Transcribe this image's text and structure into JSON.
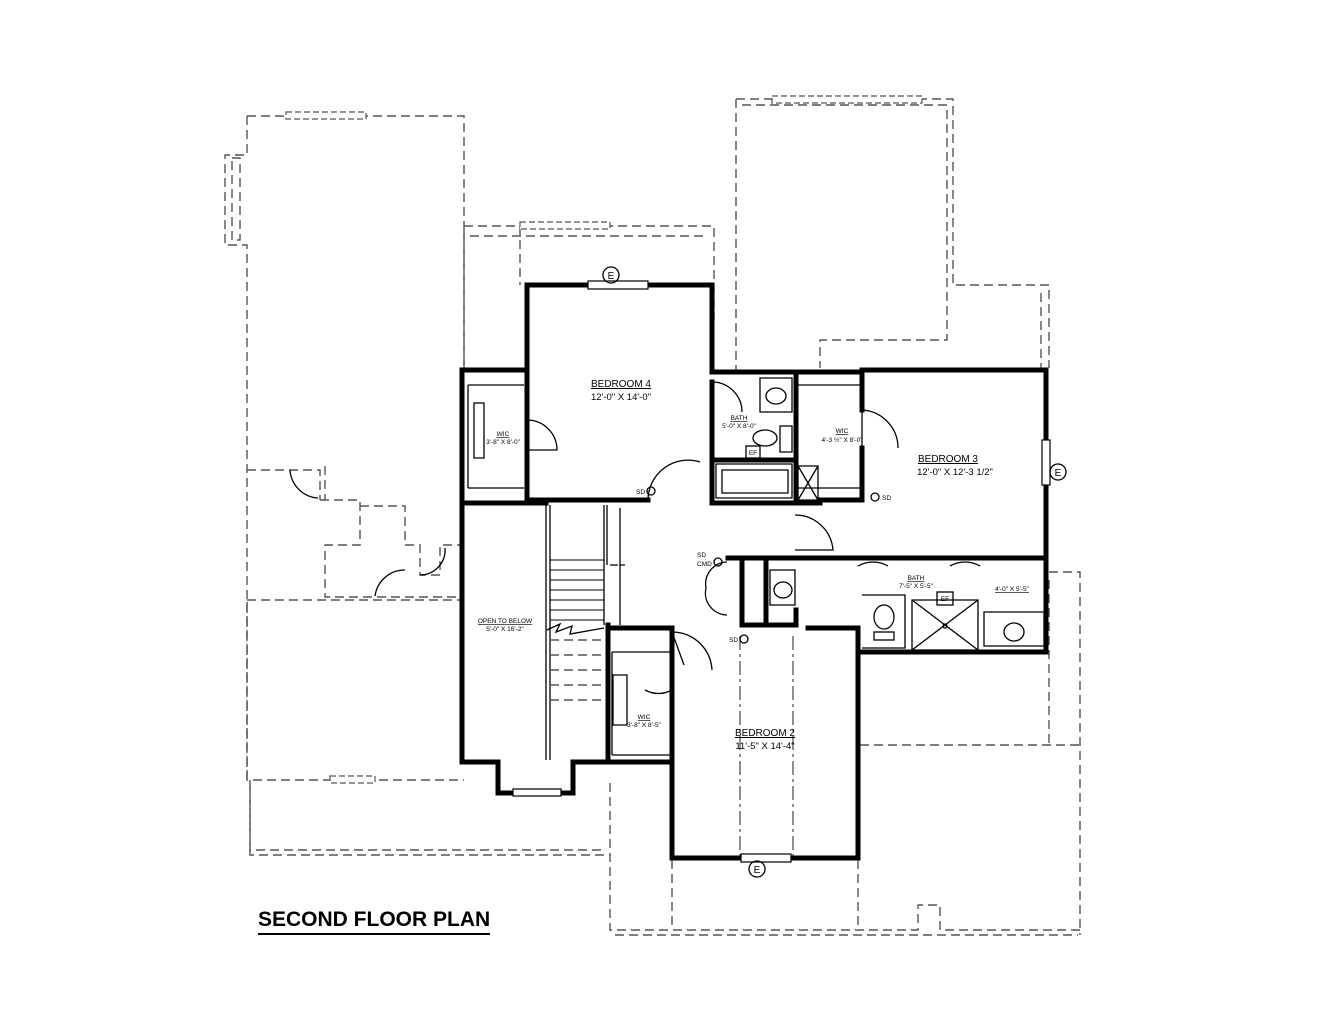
{
  "title": "SECOND FLOOR PLAN",
  "rooms": {
    "bedroom4": {
      "name": "BEDROOM 4",
      "size": "12'-0\" X 14'-0\""
    },
    "bedroom3": {
      "name": "BEDROOM 3",
      "size": "12'-0\" X 12'-3 1/2\""
    },
    "bedroom2": {
      "name": "BEDROOM 2",
      "size": "11'-5\" X 14'-4\""
    },
    "wic_left": {
      "name": "WIC",
      "size": "3'-8\" X 8'-0\""
    },
    "bath_upper": {
      "name": "BATH",
      "size": "5'-0\" X 8'-0\""
    },
    "wic_middle": {
      "name": "WIC",
      "size": "4'-3 ½\" X 8'-0\""
    },
    "bath_lower": {
      "name": "BATH",
      "size": "7'-5\" X 5'-5\""
    },
    "closet_right": {
      "size": "4'-0\" X 5'-5\""
    },
    "open_to_below": {
      "name": "OPEN TO BELOW",
      "size": "5'-0\" X 16'-2\""
    },
    "wic_lower": {
      "name": "WIC",
      "size": "3'-8\" X 8'-5\""
    }
  },
  "symbols": {
    "egress": "E",
    "exhaust_fan": "EF",
    "smoke_detector": "SD",
    "smoke_co_detector_line1": "SD",
    "smoke_co_detector_line2": "CMD"
  }
}
